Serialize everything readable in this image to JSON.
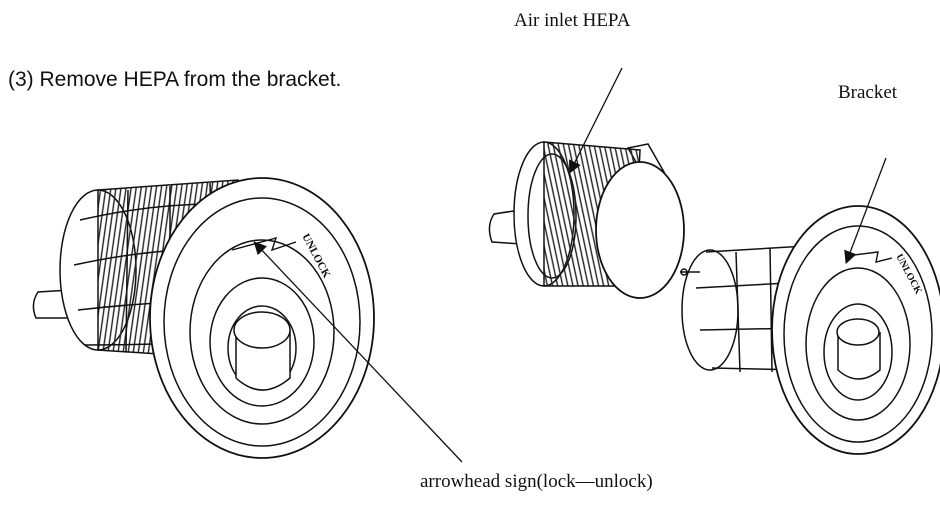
{
  "instruction": "(3) Remove HEPA from the bracket.",
  "labels": {
    "air_inlet_hepa": "Air inlet HEPA",
    "bracket": "Bracket",
    "arrowhead": "arrowhead sign(lock—unlock)"
  },
  "engraving": "UNLOCK",
  "colors": {
    "ink": "#111111",
    "background": "#ffffff"
  }
}
